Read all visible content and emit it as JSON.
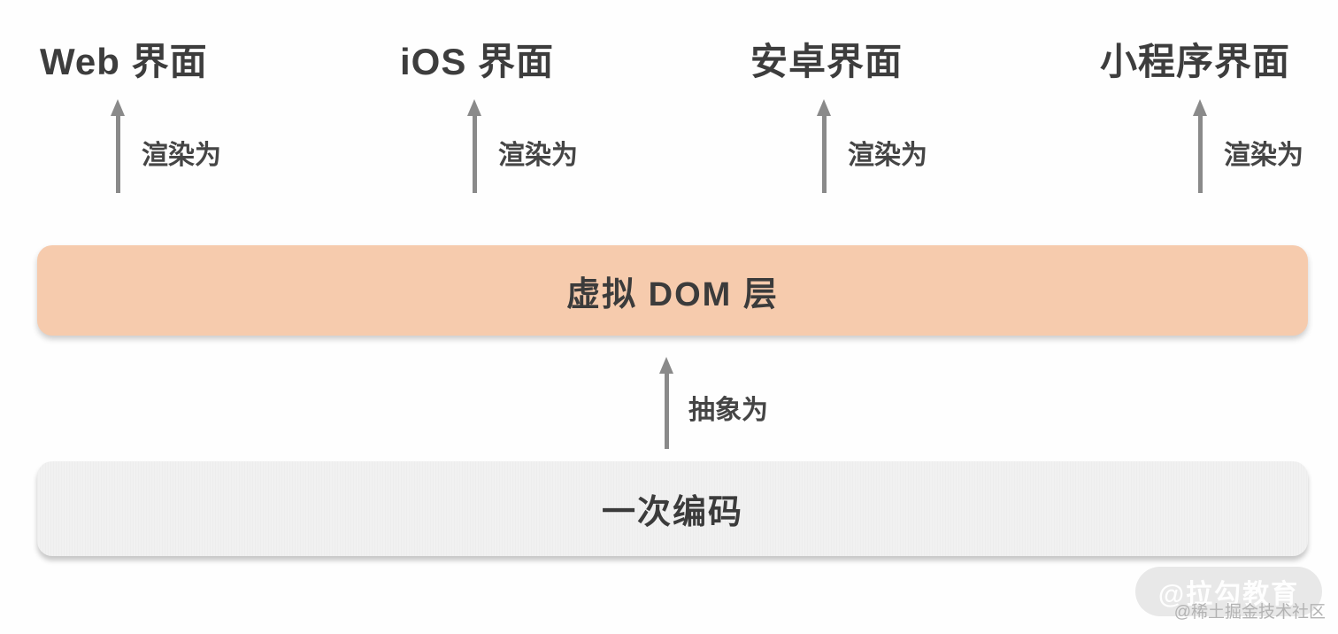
{
  "diagram": {
    "platforms": [
      {
        "title": "Web 界面",
        "arrow_label": "渲染为"
      },
      {
        "title": "iOS 界面",
        "arrow_label": "渲染为"
      },
      {
        "title": "安卓界面",
        "arrow_label": "渲染为"
      },
      {
        "title": "小程序界面",
        "arrow_label": "渲染为"
      }
    ],
    "vdom_layer_label": "虚拟 DOM 层",
    "abstract_arrow_label": "抽象为",
    "code_layer_label": "一次编码",
    "colors": {
      "vdom_bar": "#f6cbad",
      "code_bar": "#f1f1f1",
      "arrow": "#8a8a8a",
      "text": "#3d3d3d"
    }
  },
  "watermarks": {
    "badge": "@拉勾教育",
    "community": "@稀土掘金技术社区"
  }
}
